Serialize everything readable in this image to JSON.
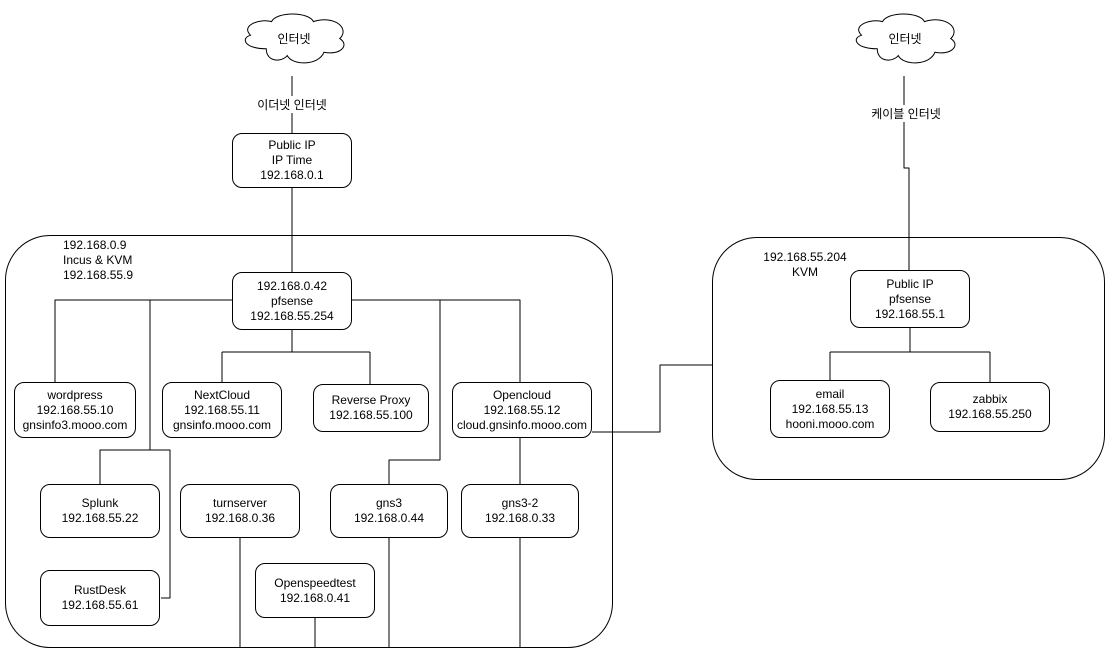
{
  "diagram": {
    "clouds": {
      "left": {
        "label": "인터넷"
      },
      "right": {
        "label": "인터넷"
      }
    },
    "edge_labels": {
      "ethernet": "이더넷 인터넷",
      "cable": "케이블 인터넷"
    },
    "containers": {
      "left": {
        "lines": [
          "192.168.0.9",
          "Incus & KVM",
          "192.168.55.9"
        ]
      },
      "right": {
        "lines": [
          "192.168.55.204",
          "KVM"
        ]
      }
    },
    "nodes": {
      "public_ip_left": {
        "lines": [
          "Public IP",
          "IP Time",
          "192.168.0.1"
        ]
      },
      "pfsense_left": {
        "lines": [
          "192.168.0.42",
          "pfsense",
          "192.168.55.254"
        ]
      },
      "wordpress": {
        "lines": [
          "wordpress",
          "192.168.55.10",
          "gnsinfo3.mooo.com"
        ]
      },
      "nextcloud": {
        "lines": [
          "NextCloud",
          "192.168.55.11",
          "gnsinfo.mooo.com"
        ]
      },
      "reverse_proxy": {
        "lines": [
          "Reverse Proxy",
          "192.168.55.100"
        ]
      },
      "opencloud": {
        "lines": [
          "Opencloud",
          "192.168.55.12",
          "cloud.gnsinfo.mooo.com"
        ]
      },
      "splunk": {
        "lines": [
          "Splunk",
          "192.168.55.22"
        ]
      },
      "turnserver": {
        "lines": [
          "turnserver",
          "192.168.0.36"
        ]
      },
      "gns3": {
        "lines": [
          "gns3",
          "192.168.0.44"
        ]
      },
      "gns3_2": {
        "lines": [
          "gns3-2",
          "192.168.0.33"
        ]
      },
      "rustdesk": {
        "lines": [
          "RustDesk",
          "192.168.55.61"
        ]
      },
      "openspeedtest": {
        "lines": [
          "Openspeedtest",
          "192.168.0.41"
        ]
      },
      "public_ip_right": {
        "lines": [
          "Public IP",
          "pfsense",
          "192.168.55.1"
        ]
      },
      "email": {
        "lines": [
          "email",
          "192.168.55.13",
          "hooni.mooo.com"
        ]
      },
      "zabbix": {
        "lines": [
          "zabbix",
          "192.168.55.250"
        ]
      }
    },
    "colors": {
      "stroke": "#000000",
      "fill": "#ffffff"
    }
  }
}
